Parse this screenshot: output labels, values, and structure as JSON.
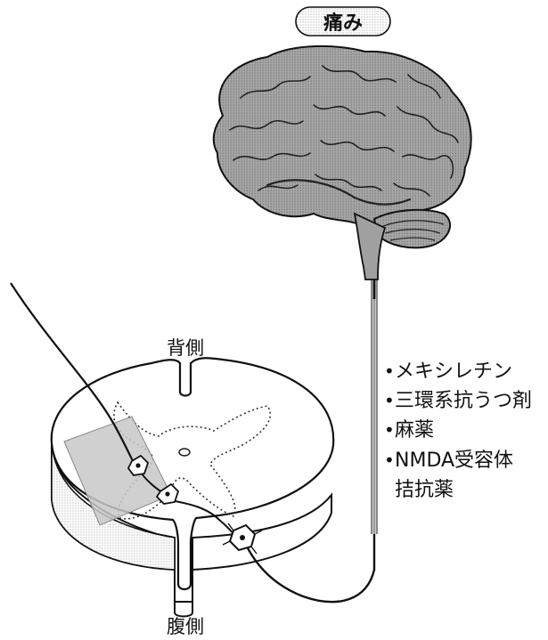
{
  "pain_label": "痛み",
  "dorsal_label": "背側",
  "ventral_label": "腹側",
  "drug_list": [
    "メキシレチン",
    "三環系抗うつ剤",
    "麻薬",
    "NMDA受容体"
  ],
  "drug_list_continuation": "拮抗薬",
  "bullet": "•",
  "colors": {
    "line": "#111111",
    "shading": "#c8c8c8",
    "brain_fill": "#9a9a9a"
  }
}
